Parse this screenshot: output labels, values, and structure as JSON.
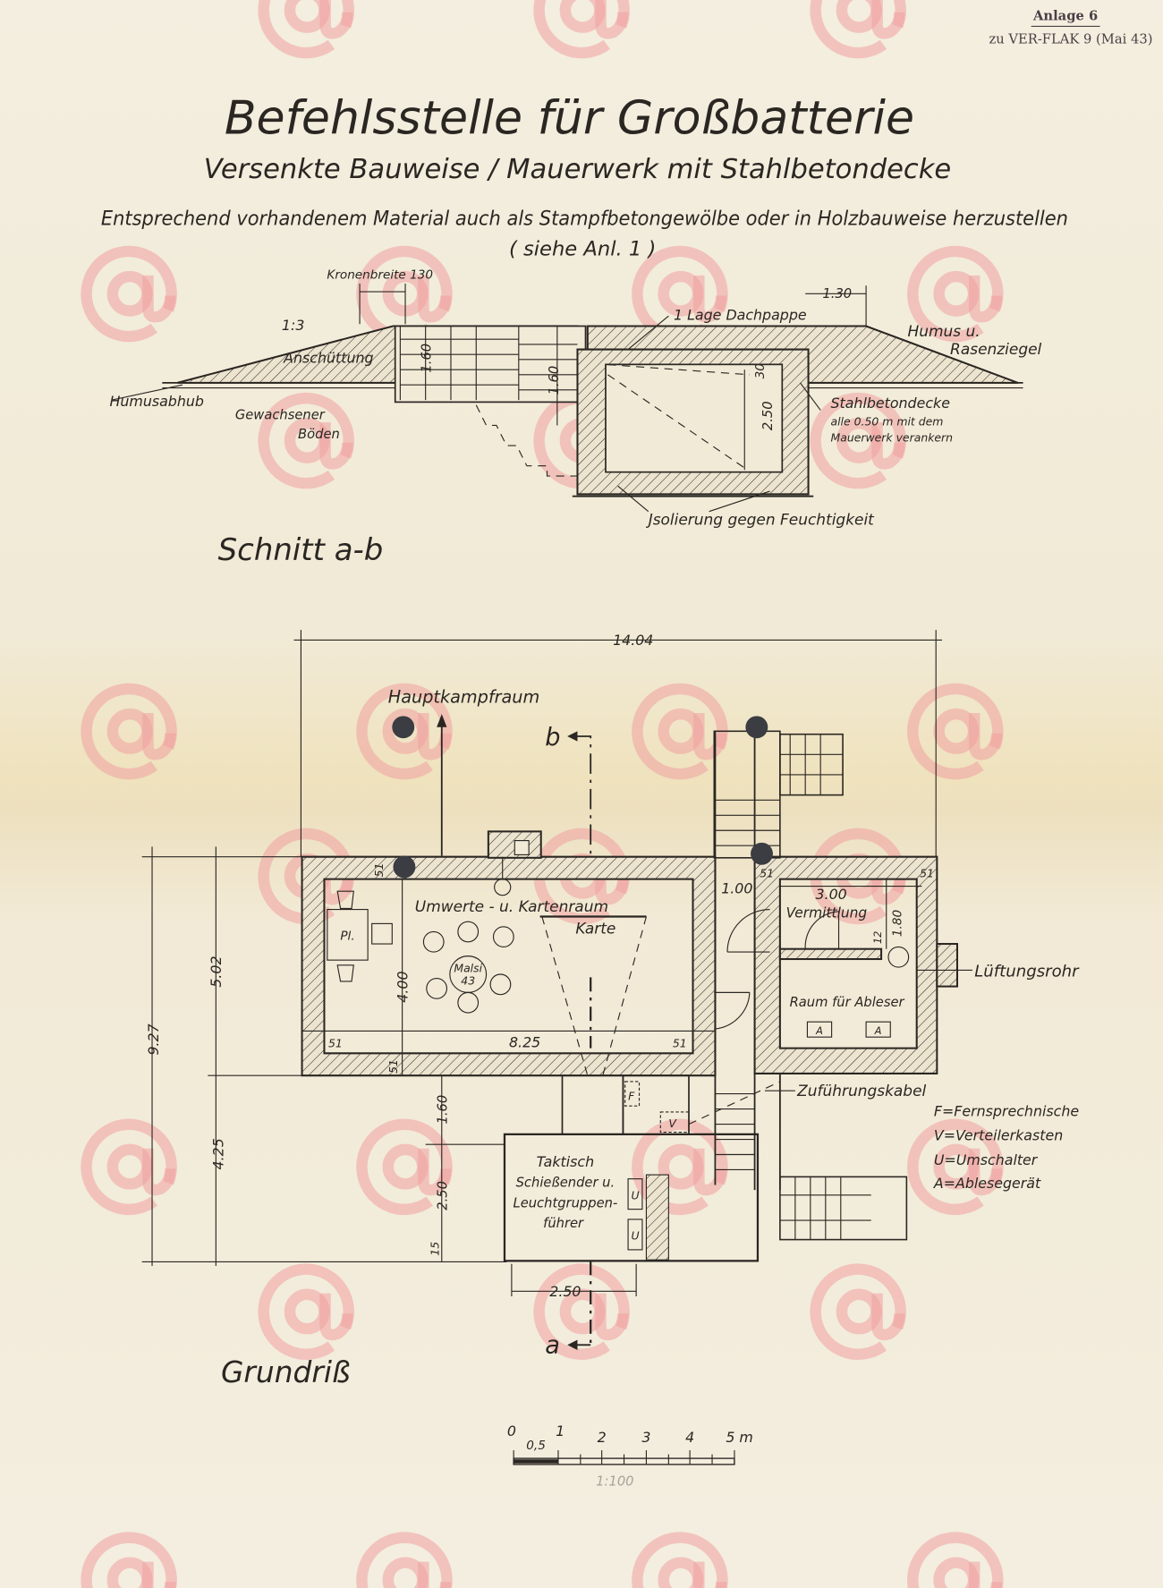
{
  "header": {
    "annex": "Anlage 6",
    "reference": "zu VER-FLAK 9 (Mai 43)"
  },
  "title": {
    "main": "Befehlsstelle für Großbatterie",
    "subtitle": "Versenkte Bauweise / Mauerwerk mit Stahlbetondecke",
    "note": "Entsprechend vorhandenem Material auch als Stampfbetongewölbe oder in Holzbauweise herzustellen",
    "note_ref": "( siehe Anl. 1 )"
  },
  "section": {
    "heading": "Schnitt a-b",
    "labels": {
      "crown_width": "Kronenbreite 130",
      "slope": "1:3",
      "fill": "Anschüttung",
      "topsoil_removal": "Humusabhub",
      "native_soil_1": "Gewachsener",
      "native_soil_2": "Böden",
      "roofing": "1 Lage Dachpappe",
      "dim_130": "1.30",
      "humus_1": "Humus u.",
      "humus_2": "Rasenziegel",
      "slab": "Stahlbetondecke",
      "slab_note_1": "alle 0.50 m mit dem",
      "slab_note_2": "Mauerwerk verankern",
      "insulation": "Jsolierung gegen Feuchtigkeit",
      "dim_160_a": "1.60",
      "dim_160_b": "1.60",
      "dim_30": "30",
      "dim_250": "2.50"
    }
  },
  "plan": {
    "heading": "Grundriß",
    "overall_width": "14.04",
    "main_fire_room": "Hauptkampfraum",
    "cut_b": "b",
    "cut_a": "a",
    "map_room": "Umwerte - u. Kartenraum",
    "map": "Karte",
    "plan_table": "Pl.",
    "malsi_1": "Malsi",
    "malsi_2": "43",
    "dim_400": "4.00",
    "dim_825": "8.25",
    "dim_51": "51",
    "dim_100": "1.00",
    "dim_300": "3.00",
    "switchboard": "Vermittlung",
    "dim_180": "1.80",
    "dim_12": "12",
    "vent_pipe": "Lüftungsrohr",
    "reader_room": "Raum für Ableser",
    "reader_device": "A",
    "feed_cable": "Zuführungskabel",
    "phone_niche": "F",
    "distribution_box": "V",
    "switch": "U",
    "tactical_room_1": "Taktisch",
    "tactical_room_2": "Schießender u.",
    "tactical_room_3": "Leuchtgruppen-",
    "tactical_room_4": "führer",
    "dim_502": "5.02",
    "dim_927": "9.27",
    "dim_425": "4.25",
    "dim_160": "1.60",
    "dim_250_v": "2.50",
    "dim_15": "15",
    "dim_250_h": "2.50",
    "legend": [
      "F=Fernsprechnische",
      "V=Verteilerkasten",
      "U=Umschalter",
      "A=Ablesegerät"
    ]
  },
  "scale_bar": {
    "ticks": [
      "0",
      "0,5",
      "1",
      "2",
      "3",
      "4",
      "5 m"
    ],
    "ratio": "1:100"
  },
  "watermark": "@"
}
